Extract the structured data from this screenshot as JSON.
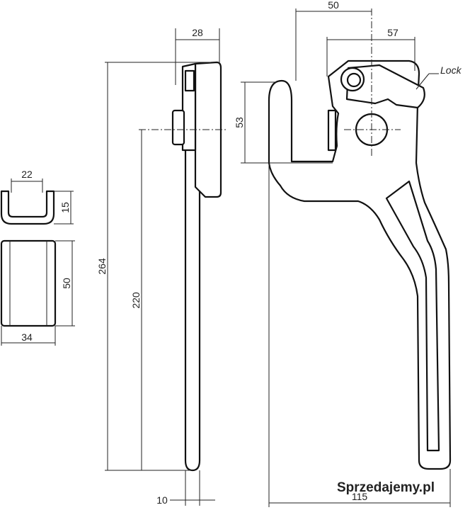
{
  "drawing": {
    "dimensions": {
      "insert_width": "22",
      "insert_height": "15",
      "plate_height": "50",
      "plate_width": "34",
      "overall_height": "264",
      "spindle_height": "220",
      "shaft_width": "10",
      "base_width": "28",
      "top_width": "50",
      "lock_offset": "57",
      "head_height": "53",
      "overall_width": "115"
    },
    "callout": "Lock",
    "watermark": "Sprzedajemy.pl"
  }
}
